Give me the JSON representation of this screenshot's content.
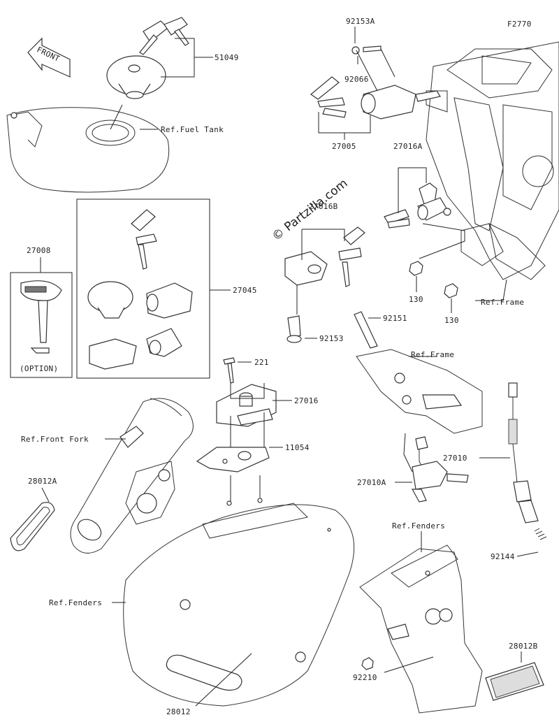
{
  "diagram": {
    "figure_code": "F2770",
    "watermark": "© Partzilla.com",
    "front_badge": "FRONT",
    "callouts": [
      {
        "id": "51049",
        "text": "51049"
      },
      {
        "id": "ref-fuel-tank",
        "text": "Ref.Fuel Tank"
      },
      {
        "id": "92153a",
        "text": "92153A"
      },
      {
        "id": "92066",
        "text": "92066"
      },
      {
        "id": "27005",
        "text": "27005"
      },
      {
        "id": "27016a",
        "text": "27016A"
      },
      {
        "id": "27016b",
        "text": "27016B"
      },
      {
        "id": "27008",
        "text": "27008"
      },
      {
        "id": "option",
        "text": "(OPTION)"
      },
      {
        "id": "27045",
        "text": "27045"
      },
      {
        "id": "130-upper",
        "text": "130"
      },
      {
        "id": "130-lower",
        "text": "130"
      },
      {
        "id": "ref-frame-1",
        "text": "Ref.Frame"
      },
      {
        "id": "92151",
        "text": "92151"
      },
      {
        "id": "92153",
        "text": "92153"
      },
      {
        "id": "ref-frame-2",
        "text": "Ref.Frame"
      },
      {
        "id": "221",
        "text": "221"
      },
      {
        "id": "27016",
        "text": "27016"
      },
      {
        "id": "ref-front-fork",
        "text": "Ref.Front Fork"
      },
      {
        "id": "11054",
        "text": "11054"
      },
      {
        "id": "27010",
        "text": "27010"
      },
      {
        "id": "28012a",
        "text": "28012A"
      },
      {
        "id": "27010a",
        "text": "27010A"
      },
      {
        "id": "ref-fenders-1",
        "text": "Ref.Fenders"
      },
      {
        "id": "92144",
        "text": "92144"
      },
      {
        "id": "ref-fenders-2",
        "text": "Ref.Fenders"
      },
      {
        "id": "28012b",
        "text": "28012B"
      },
      {
        "id": "92210",
        "text": "92210"
      },
      {
        "id": "28012",
        "text": "28012"
      }
    ]
  }
}
